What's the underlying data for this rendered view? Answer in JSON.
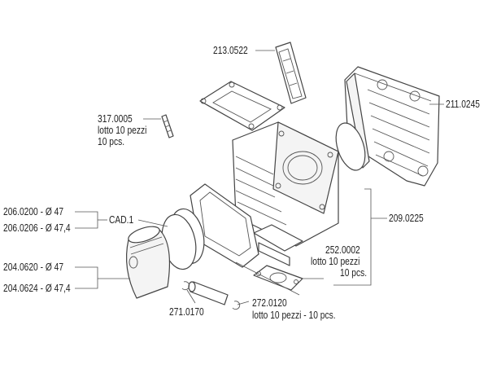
{
  "labels": {
    "reed_valve": "213.0522",
    "cylinder_head": "211.0245",
    "stud": "317.0005",
    "stud_pack": "lotto 10 pezzi",
    "stud_pcs": "10 pcs.",
    "head_gasket": "209.0225",
    "ring_a": "206.0200 - Ø 47",
    "ring_b": "206.0206 - Ø 47,4",
    "ring_qty": "CAD.1",
    "piston_a": "204.0620 - Ø 47",
    "piston_b": "204.0624 - Ø 47,4",
    "base_gasket": "252.0002",
    "base_gasket_pack": "lotto 10 pezzi",
    "base_gasket_pcs": "10 pcs.",
    "pin": "271.0170",
    "clip": "272.0120",
    "clip_pack": "lotto 10 pezzi - 10 pcs."
  }
}
